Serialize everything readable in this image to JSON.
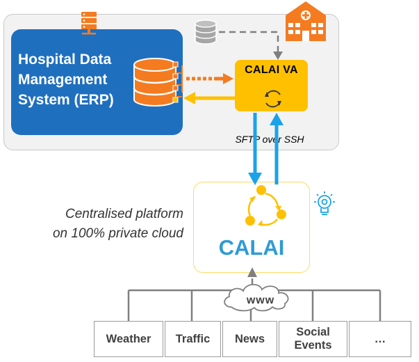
{
  "hospital_system": {
    "label": "Hospital Data Management System (ERP)"
  },
  "virtual_appliance": {
    "label": "CALAI  VA"
  },
  "transfer": {
    "label": "SFTP over SSH"
  },
  "platform": {
    "name": "CALAI",
    "caption_line1": "Centralised platform",
    "caption_line2": "on 100% private cloud"
  },
  "internet": {
    "label": "www"
  },
  "sources": [
    "Weather",
    "Traffic",
    "News",
    "Social Events",
    "…"
  ],
  "colors": {
    "erp_blue": "#1f6fbf",
    "va_yellow": "#ffc000",
    "arrow_orange": "#f47b20",
    "arrow_blue": "#1aa3e8",
    "calai_blue": "#2e9bd6",
    "frame_grey": "#f2f2f2"
  },
  "icons": [
    "server-icon",
    "database-icon",
    "hospital-icon",
    "sync-icon",
    "lightbulb-icon",
    "cloud-icon"
  ]
}
